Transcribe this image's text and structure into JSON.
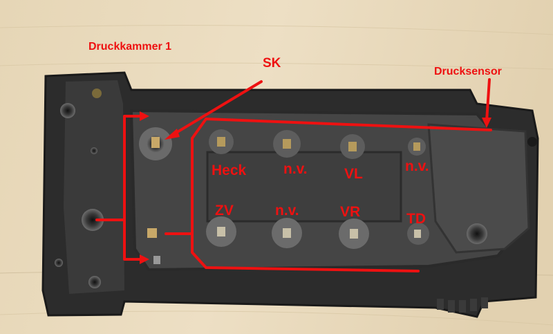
{
  "colors": {
    "annotation": "#ee1111",
    "plate": "#2c2c2c",
    "background": "#e9dcc0"
  },
  "labels": {
    "druckkammer": "Druckkammer 1",
    "sk": "SK",
    "drucksensor": "Drucksensor",
    "heck": "Heck",
    "nv_top_mid": "n.v.",
    "vl": "VL",
    "nv_top_right": "n.v.",
    "zv": "ZV",
    "nv_bottom_mid": "n.v.",
    "vr": "VR",
    "td": "TD"
  }
}
